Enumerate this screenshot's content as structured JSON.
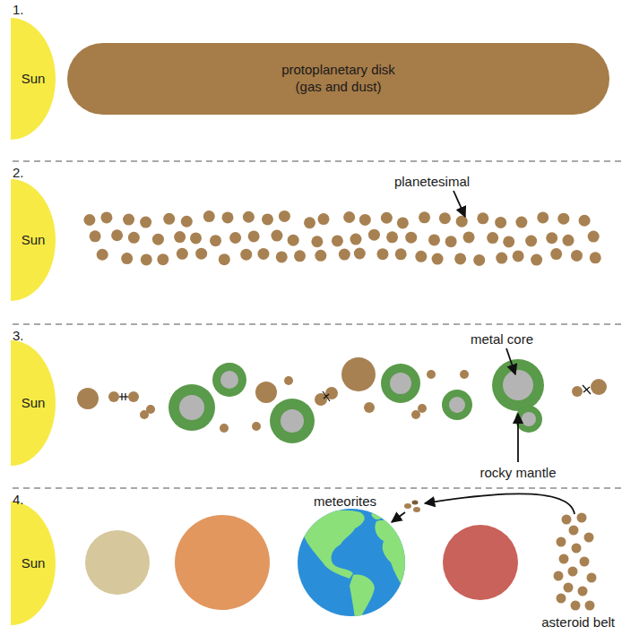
{
  "diagram": {
    "nodes": [
      {
        "text": [
          "Sun"
        ]
      },
      {
        "text": [
          "protoplanetary disk (gas and dust)"
        ]
      },
      {
        "text": [
          "Sun"
        ]
      },
      {
        "text": [
          "Sun"
        ]
      },
      {
        "text": [
          "Sun"
        ]
      }
    ],
    "labels": [
      "1.",
      "2.",
      "planetesimal",
      "3.",
      "metal core",
      "rocky mantle",
      "4.",
      "meteorites",
      "asteroid belt"
    ]
  }
}
